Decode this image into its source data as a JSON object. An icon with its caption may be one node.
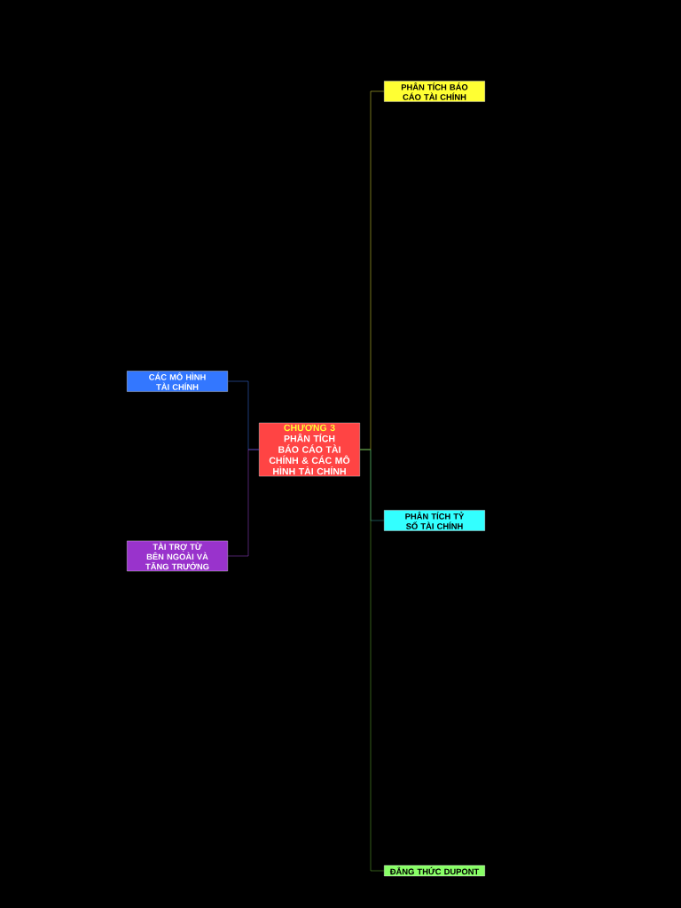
{
  "diagram": {
    "nodes": [
      {
        "text": [
          "CHƯƠNG 3",
          "PHÂN TÍCH BÁO CÁO TÀI CHÍNH & CÁC MÔ HÌNH TÀI CHÍNH"
        ]
      },
      {
        "text": [
          "PHÂN TÍCH BÁO CÁO TÀI CHÍNH"
        ]
      },
      {
        "text": [
          "PHÂN TÍCH TỶ SỐ TÀI CHÍNH"
        ]
      },
      {
        "text": [
          "ĐẲNG THỨC DUPONT"
        ]
      },
      {
        "text": [
          "CÁC MÔ HÌNH TÀI CHÍNH"
        ]
      },
      {
        "text": [
          "TÀI TRỢ TỪ BÊN NGOÀI VÀ TĂNG TRƯỞNG"
        ]
      }
    ],
    "edges": [
      {
        "from": 0,
        "to": 1,
        "arrow": "none",
        "color": "#c8c832"
      },
      {
        "from": 0,
        "to": 2,
        "arrow": "none",
        "color": "#2e8b8b"
      },
      {
        "from": 0,
        "to": 3,
        "arrow": "none",
        "color": "#5aa02c"
      },
      {
        "from": 0,
        "to": 4,
        "arrow": "none",
        "color": "#3366cc"
      },
      {
        "from": 0,
        "to": 5,
        "arrow": "none",
        "color": "#8a3fc0"
      }
    ]
  }
}
